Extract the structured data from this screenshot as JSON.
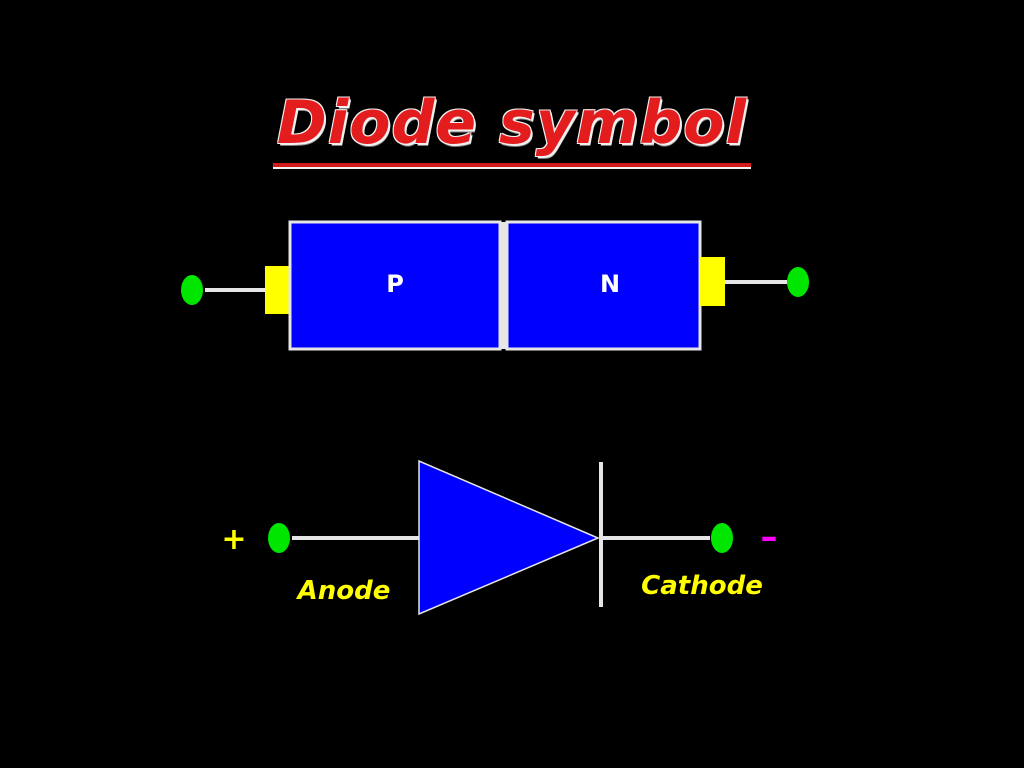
{
  "title": "Diode symbol",
  "pn_block": {
    "p_label": "P",
    "n_label": "N"
  },
  "symbol": {
    "anode_label": "Anode",
    "cathode_label": "Cathode",
    "plus_sign": "+",
    "minus_sign": "–"
  },
  "colors": {
    "background": "#000000",
    "title": "#e31d1d",
    "region_fill": "#0000ff",
    "outline": "#e6e6e6",
    "contact": "#ffff00",
    "terminal": "#00e600",
    "label_yellow": "#ffff00",
    "minus": "#ff00ff"
  }
}
